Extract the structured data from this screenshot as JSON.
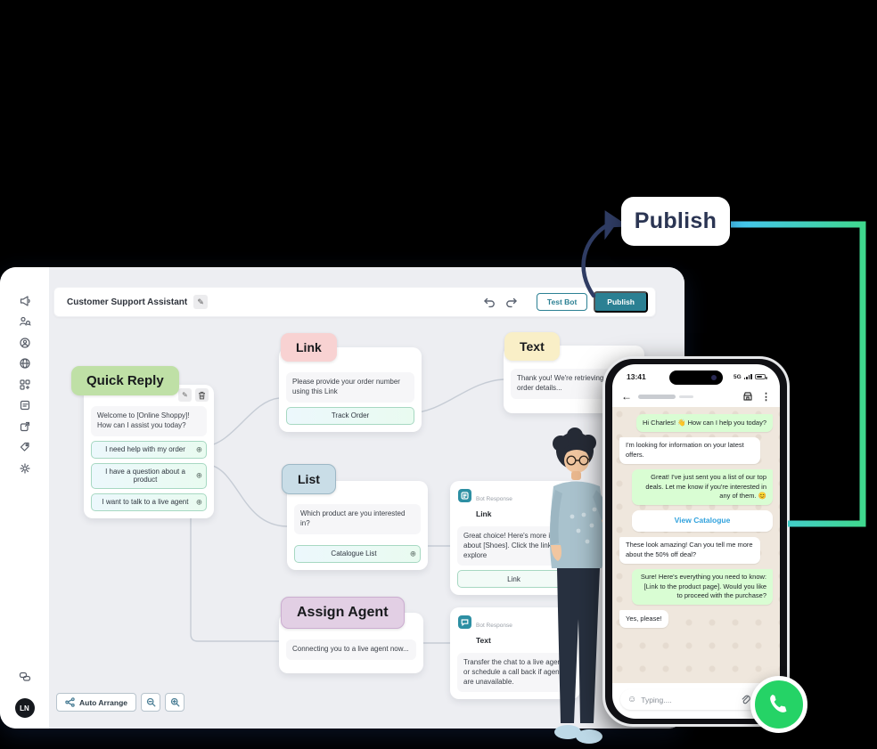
{
  "callout": {
    "label": "Publish"
  },
  "toolbar": {
    "title": "Customer Support Assistant",
    "undo_icon": "undo-arrow",
    "redo_icon": "redo-arrow",
    "test_bot": "Test Bot",
    "publish": "Publish"
  },
  "sidebar": {
    "icons": [
      "megaphone-icon",
      "audience-search-icon",
      "contact-icon",
      "globe-icon",
      "widgets-add-icon",
      "forms-icon",
      "share-box-icon",
      "tags-icon",
      "settings-gear-icon",
      "chat-icon"
    ],
    "avatar": "LN"
  },
  "nodes": {
    "quick_reply": {
      "label": "Quick Reply",
      "message": "Welcome to [Online Shoppy]! How can I assist you today?",
      "options": [
        "I need help with my order",
        "I have a question about a product",
        "I want to talk to a live agent"
      ]
    },
    "link": {
      "label": "Link",
      "message": "Please provide your order number using this Link",
      "button": "Track Order"
    },
    "text": {
      "label": "Text",
      "message": "Thank you! We're retrieving your order details..."
    },
    "list": {
      "label": "List",
      "message": "Which product are you interested in?",
      "button": "Catalogue List"
    },
    "bot_link": {
      "type": "Bot Response",
      "name": "Link",
      "message": "Great choice! Here's more info about [Shoes]. Click the link to explore",
      "button": "Link"
    },
    "assign_agent": {
      "label": "Assign Agent",
      "message": "Connecting you to a live agent now..."
    },
    "bot_text": {
      "type": "Bot Response",
      "name": "Text",
      "message": "Transfer the chat to a live agent or schedule a call back if agents are unavailable."
    }
  },
  "canvas_controls": {
    "auto_arrange": "Auto Arrange"
  },
  "phone": {
    "time": "13:41",
    "network": "5G",
    "messages": [
      {
        "side": "right",
        "text": "Hi Charles! 👋 How can I help you today?"
      },
      {
        "side": "left",
        "text": "I'm looking for information on your latest offers."
      },
      {
        "side": "right",
        "text": "Great! I've just sent you a list of our top deals. Let me know if you're interested in any of them. 😊"
      },
      {
        "side": "button",
        "text": "View Catalogue"
      },
      {
        "side": "left",
        "text": "These look amazing! Can you tell me more about the 50% off deal?"
      },
      {
        "side": "right",
        "text": "Sure! Here's everything you need to know: [Link to the product page]. Would you like to proceed with the purchase?"
      },
      {
        "side": "left",
        "text": "Yes, please!"
      }
    ],
    "input_placeholder": "Typing...."
  },
  "colors": {
    "publish_teal": "#2b8093",
    "whatsapp_green": "#25d366",
    "bubble_green": "#d9fdd3",
    "link_blue": "#31a2dd",
    "gradient_start": "#45c4f5",
    "gradient_end": "#3fd98a",
    "label_quick_reply": "#bfe0a6",
    "label_link": "#f8d2d2",
    "label_text": "#f9efc7",
    "label_list": "#c9dde7",
    "label_assign": "#e2cfe4",
    "canvas_bg": "#edeef2"
  }
}
